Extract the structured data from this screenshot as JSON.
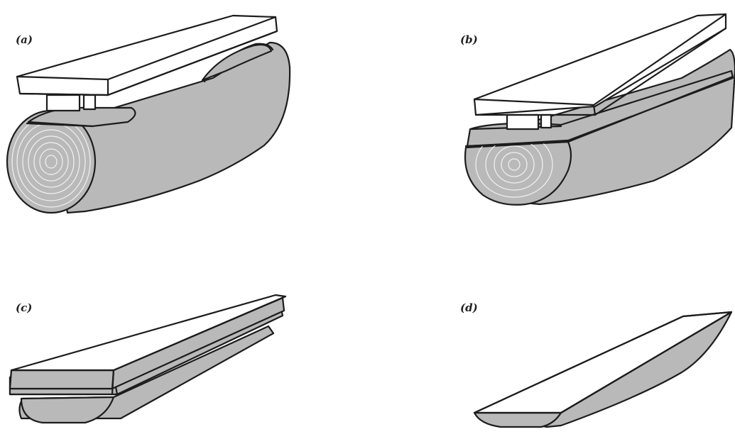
{
  "panels": [
    {
      "id": "a",
      "label": "(a)"
    },
    {
      "id": "b",
      "label": "(b)"
    },
    {
      "id": "c",
      "label": "(c)"
    },
    {
      "id": "d",
      "label": "(d)"
    }
  ],
  "colors": {
    "wood": "#b9b9b9",
    "grain": "#f4f4f4",
    "outline": "#1c1c1c",
    "board": "#ffffff"
  }
}
